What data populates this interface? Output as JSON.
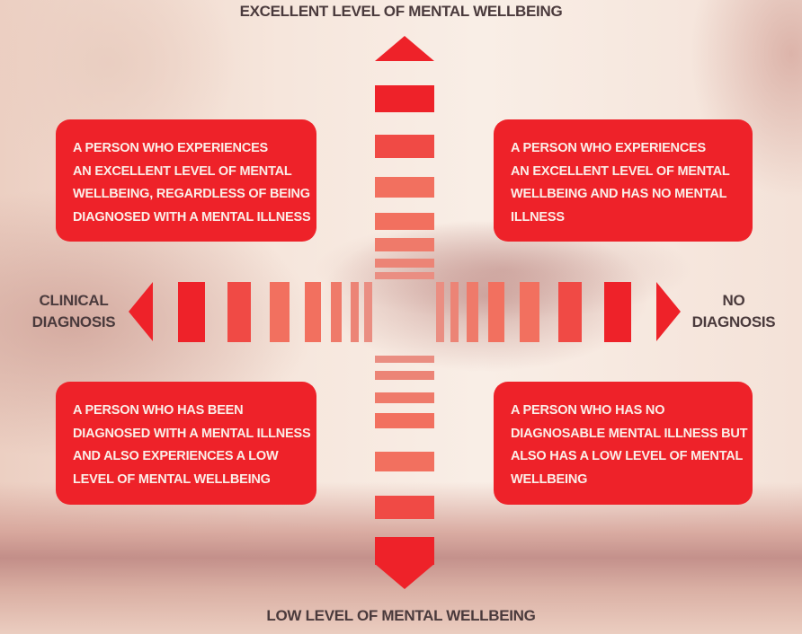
{
  "axes": {
    "top": "EXCELLENT LEVEL OF MENTAL WELLBEING",
    "bottom": "LOW LEVEL OF MENTAL WELLBEING",
    "left": [
      "CLINICAL",
      "DIAGNOSIS"
    ],
    "right": [
      "NO",
      "DIAGNOSIS"
    ]
  },
  "quadrants": {
    "top_left": [
      "A PERSON WHO EXPERIENCES",
      "AN EXCELLENT LEVEL OF MENTAL",
      "WELLBEING, REGARDLESS OF BEING",
      "DIAGNOSED WITH A MENTAL ILLNESS"
    ],
    "top_right": [
      "A PERSON WHO EXPERIENCES",
      "AN EXCELLENT LEVEL OF MENTAL",
      "WELLBEING AND HAS NO MENTAL",
      "ILLNESS"
    ],
    "bottom_left": [
      "A PERSON WHO HAS BEEN",
      "DIAGNOSED WITH A MENTAL ILLNESS",
      "AND ALSO EXPERIENCES A LOW",
      "LEVEL OF MENTAL WELLBEING"
    ],
    "bottom_right": [
      "A PERSON WHO HAS NO",
      "DIAGNOSABLE MENTAL ILLNESS BUT",
      "ALSO HAS A LOW LEVEL OF MENTAL",
      "WELLBEING"
    ]
  },
  "colors": {
    "accent_red": "#ee2229",
    "bar_mid": "#f2705f",
    "bar_light": "#ec8e80",
    "label_text": "#4a3a3c",
    "box_text": "#fbeee8",
    "background": "#f9eee6"
  },
  "bars": {
    "up": [
      [
        95,
        30,
        "#ee2229"
      ],
      [
        150,
        26,
        "#f04a45"
      ],
      [
        197,
        23,
        "#f2705f"
      ],
      [
        237,
        19,
        "#f2705f"
      ],
      [
        265,
        15,
        "#ef7a6a"
      ],
      [
        288,
        10,
        "#ec8476"
      ],
      [
        303,
        8,
        "#ea8e82"
      ]
    ],
    "down": [
      [
        396,
        8,
        "#ea8e82"
      ],
      [
        413,
        10,
        "#ec8476"
      ],
      [
        437,
        12,
        "#ef7a6a"
      ],
      [
        460,
        17,
        "#f2705f"
      ],
      [
        503,
        22,
        "#f2705f"
      ],
      [
        552,
        26,
        "#f04a45"
      ],
      [
        598,
        31,
        "#ee2229"
      ]
    ],
    "left": [
      [
        198,
        30,
        "#ee2229"
      ],
      [
        253,
        26,
        "#f04a45"
      ],
      [
        300,
        22,
        "#f2705f"
      ],
      [
        339,
        18,
        "#f2705f"
      ],
      [
        368,
        12,
        "#ef7a6a"
      ],
      [
        390,
        9,
        "#ec8476"
      ],
      [
        405,
        9,
        "#ea8e82"
      ]
    ],
    "right": [
      [
        485,
        9,
        "#ea8e82"
      ],
      [
        501,
        9,
        "#ec8476"
      ],
      [
        519,
        13,
        "#ef7a6a"
      ],
      [
        543,
        18,
        "#f2705f"
      ],
      [
        578,
        22,
        "#f2705f"
      ],
      [
        621,
        26,
        "#f04a45"
      ],
      [
        672,
        30,
        "#ee2229"
      ]
    ]
  }
}
